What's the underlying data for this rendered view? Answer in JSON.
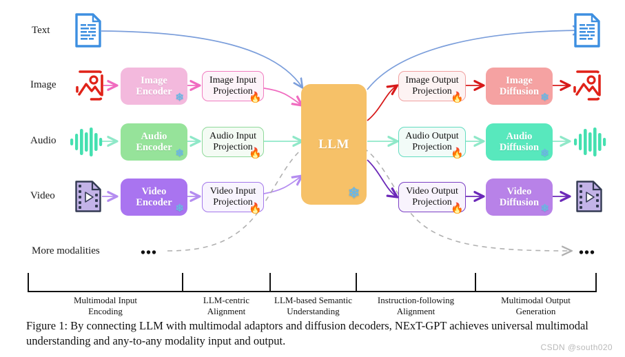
{
  "figure": {
    "caption": "Figure 1: By connecting LLM with multimodal adaptors and diffusion decoders, NExT-GPT achieves universal multimodal understanding and any-to-any modality input and output.",
    "watermark": "CSDN @south020"
  },
  "modalities": [
    {
      "label": "Text",
      "icon": "text-document-icon",
      "color": "#3d8fe0"
    },
    {
      "label": "Image",
      "icon": "image-picture-icon",
      "color": "#e02218"
    },
    {
      "label": "Audio",
      "icon": "audio-waveform-icon",
      "color": "#45e0b0"
    },
    {
      "label": "Video",
      "icon": "video-film-icon",
      "color": "#7a5fd0"
    },
    {
      "label": "More modalities",
      "icon": "ellipsis-icon",
      "color": "#aaaaaa"
    }
  ],
  "encoders": [
    {
      "line1": "Image",
      "line2": "Encoder",
      "fill": "#f3b9dd",
      "frozen": true
    },
    {
      "line1": "Audio",
      "line2": "Encoder",
      "fill": "#96e39a",
      "frozen": true
    },
    {
      "line1": "Video",
      "line2": "Encoder",
      "fill": "#a974f0",
      "frozen": true
    }
  ],
  "input_projections": [
    {
      "line1": "Image Input",
      "line2": "Projection",
      "border": "#f07cc0",
      "fill": "#fdf3f9",
      "tunable": true
    },
    {
      "line1": "Audio Input",
      "line2": "Projection",
      "border": "#8fd99a",
      "fill": "#f4fbf4",
      "tunable": true
    },
    {
      "line1": "Video Input",
      "line2": "Projection",
      "border": "#a377ea",
      "fill": "#f8f4fe",
      "tunable": true
    }
  ],
  "llm": {
    "label": "LLM",
    "fill": "#f6c168",
    "frozen": true
  },
  "output_projections": [
    {
      "line1": "Image Output",
      "line2": "Projection",
      "border": "#f0a0a0",
      "fill": "#fdf3f3",
      "tunable": true
    },
    {
      "line1": "Audio Output",
      "line2": "Projection",
      "border": "#62dcc0",
      "fill": "#f2fbf8",
      "tunable": true
    },
    {
      "line1": "Video Output",
      "line2": "Projection",
      "border": "#7b3fc4",
      "fill": "#f8f3fd",
      "tunable": true
    }
  ],
  "diffusers": [
    {
      "line1": "Image",
      "line2": "Diffusion",
      "fill": "#f5a2a2",
      "frozen": true
    },
    {
      "line1": "Audio",
      "line2": "Diffusion",
      "fill": "#58e8bd",
      "frozen": true
    },
    {
      "line1": "Video",
      "line2": "Diffusion",
      "fill": "#b882e8",
      "frozen": true
    }
  ],
  "stages": [
    {
      "line1": "Multimodal Input",
      "line2": "Encoding"
    },
    {
      "line1": "LLM-centric",
      "line2": "Alignment"
    },
    {
      "line1": "LLM-based Semantic",
      "line2": "Understanding"
    },
    {
      "line1": "Instruction-following",
      "line2": "Alignment"
    },
    {
      "line1": "Multimodal Output",
      "line2": "Generation"
    }
  ],
  "glyphs": {
    "snowflake": "❄",
    "fire": "🔥",
    "ellipsis": "•••"
  },
  "colors": {
    "text_flow": "#7b9edb",
    "image_flow_in": "#f06cc0",
    "image_flow_out": "#d71a1a",
    "audio_flow": "#8fe8c8",
    "video_flow_in": "#b48cf0",
    "video_flow_out": "#6b28b8",
    "dashed_flow": "#b0b0b0"
  }
}
